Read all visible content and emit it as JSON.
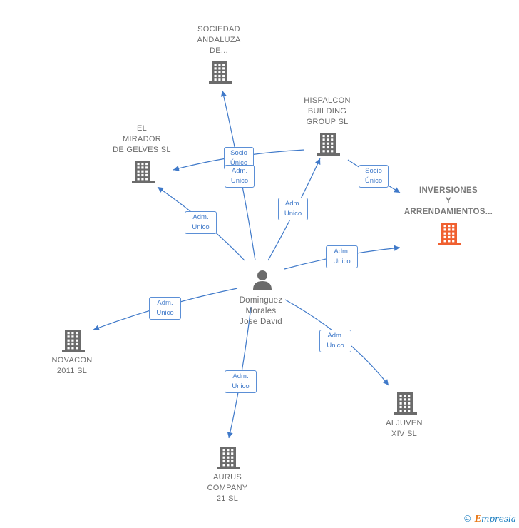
{
  "colors": {
    "edge": "#3f79c9",
    "node": "#6b6b6b",
    "highlight": "#f06030"
  },
  "center": {
    "name": "Dominguez\nMorales\nJose David",
    "icon": "person-icon"
  },
  "companies": [
    {
      "id": "sociedad",
      "name": "SOCIEDAD\nANDALUZA\nDE...",
      "icon": "building-icon"
    },
    {
      "id": "hispalcon",
      "name": "HISPALCON\nBUILDING\nGROUP  SL",
      "icon": "building-icon"
    },
    {
      "id": "mirador",
      "name": "EL\nMIRADOR\nDE GELVES  SL",
      "icon": "building-icon"
    },
    {
      "id": "inversiones",
      "name": "INVERSIONES\nY\nARRENDAMIENTOS...",
      "icon": "building-icon",
      "highlight": true
    },
    {
      "id": "novacon",
      "name": "NOVACON\n2011  SL",
      "icon": "building-icon"
    },
    {
      "id": "aljuven",
      "name": "ALJUVEN\nXIV  SL",
      "icon": "building-icon"
    },
    {
      "id": "aurus",
      "name": "AURUS\nCOMPANY\n21 SL",
      "icon": "building-icon"
    }
  ],
  "edges": [
    {
      "from": "hispalcon",
      "to": "mirador",
      "label": "Socio\nÚnico"
    },
    {
      "from": "center",
      "to": "sociedad",
      "label": "Adm.\nUnico"
    },
    {
      "from": "hispalcon",
      "to": "inversiones",
      "label": "Socio\nÚnico"
    },
    {
      "from": "center",
      "to": "hispalcon",
      "label": "Adm.\nUnico"
    },
    {
      "from": "center",
      "to": "mirador",
      "label": "Adm.\nUnico"
    },
    {
      "from": "center",
      "to": "inversiones",
      "label": "Adm.\nUnico"
    },
    {
      "from": "center",
      "to": "novacon",
      "label": "Adm.\nUnico"
    },
    {
      "from": "center",
      "to": "aljuven",
      "label": "Adm.\nUnico"
    },
    {
      "from": "center",
      "to": "aurus",
      "label": "Adm.\nUnico"
    }
  ],
  "footer": {
    "copyright": "©",
    "brand_first": "E",
    "brand_rest": "mpresia"
  }
}
